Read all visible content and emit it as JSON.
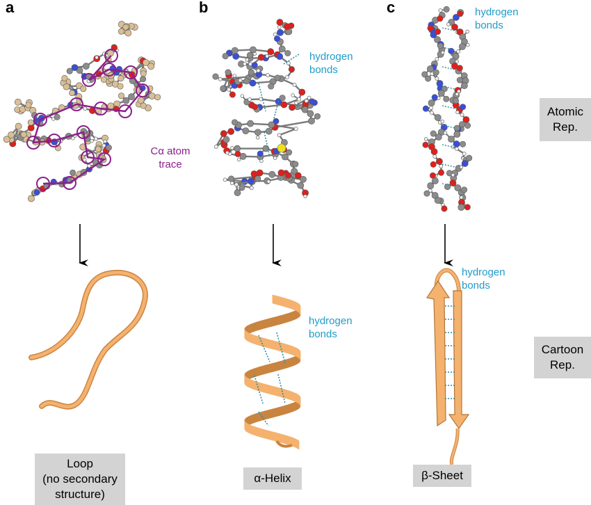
{
  "panels": [
    {
      "letter": "a",
      "label_lines": [
        "Loop",
        "(no secondary",
        "structure)"
      ]
    },
    {
      "letter": "b",
      "label_lines": [
        "α-Helix"
      ]
    },
    {
      "letter": "c",
      "label_lines": [
        "β-Sheet"
      ]
    }
  ],
  "annotations": {
    "ca_trace": [
      "Cα atom",
      "trace"
    ],
    "hydrogen_bonds": [
      "hydrogen",
      "bonds"
    ]
  },
  "row_labels": {
    "atomic": [
      "Atomic",
      "Rep."
    ],
    "cartoon": [
      "Cartoon",
      "Rep."
    ]
  },
  "colors": {
    "carbon": "#8c8c8c",
    "oxygen": "#e0201b",
    "nitrogen": "#3a4fd8",
    "hydrogen": "#f2f2f2",
    "sulfur": "#f0e21a",
    "sidechain": "#d9bf96",
    "ca_trace": "#8a1f8a",
    "ribbon": "#f4b26e",
    "ribbon_dark": "#c98440",
    "hbond": "#2a8c9e",
    "label_box": "#d3d3d3"
  }
}
